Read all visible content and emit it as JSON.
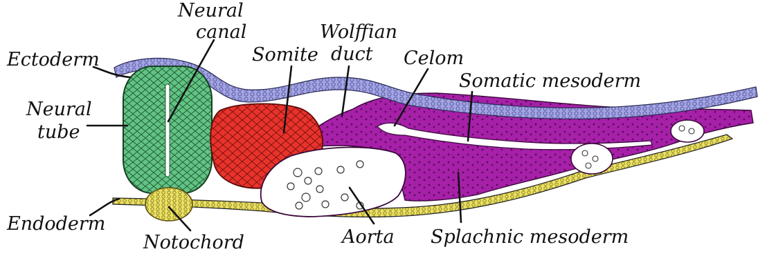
{
  "labels": {
    "ectoderm": "Ectoderm",
    "neural_canal_line1": "Neural",
    "neural_canal_line2": "canal",
    "somite": "Somite",
    "wolffian_line1": "Wolffian",
    "wolffian_line2": "duct",
    "celom": "Celom",
    "somatic_mesoderm": "Somatic mesoderm",
    "neural_tube_line1": "Neural",
    "neural_tube_line2": "tube",
    "endoderm": "Endoderm",
    "notochord": "Notochord",
    "aorta": "Aorta",
    "splachnic_mesoderm": "Splachnic mesoderm"
  },
  "colors": {
    "neural_tube": "#5fbf7f",
    "somite": "#e8322a",
    "mesoderm": "#a51fa8",
    "ectoderm": "#9e9fe0",
    "endoderm": "#e9df5c",
    "notochord": "#d9c845",
    "aorta_lumen": "#ffffff"
  }
}
